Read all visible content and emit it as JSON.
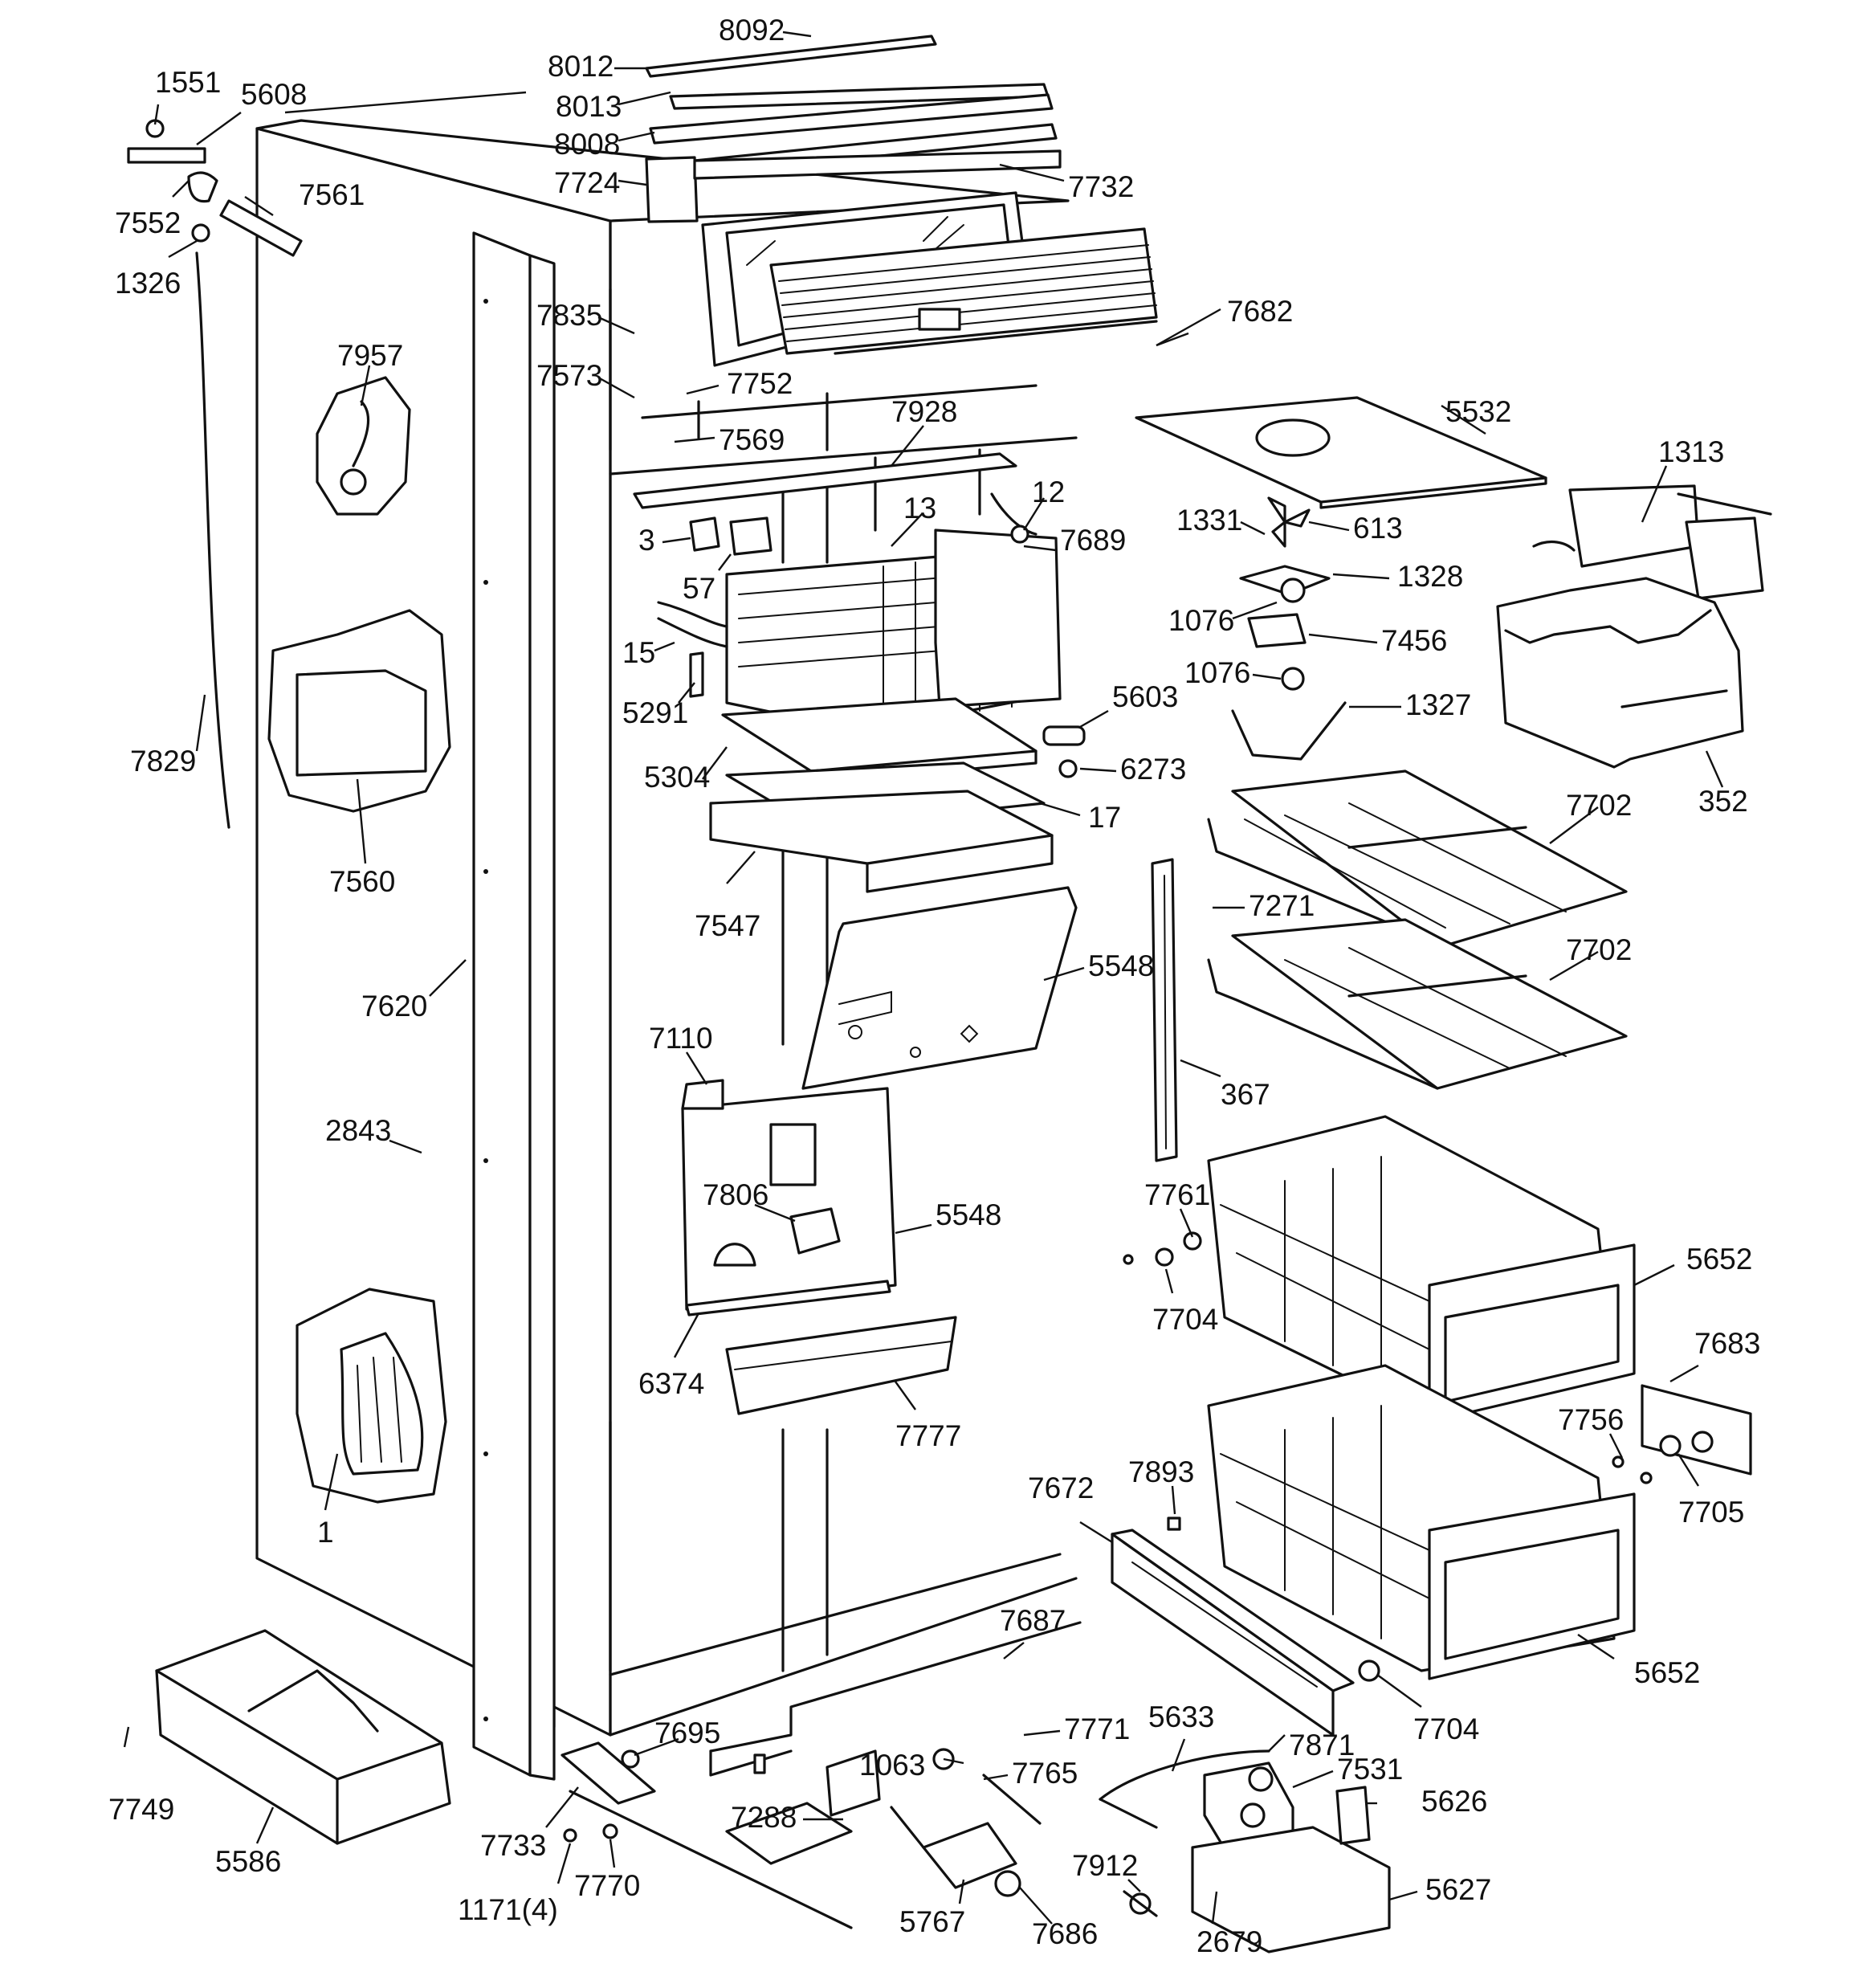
{
  "labels": [
    {
      "id": "8092",
      "text": "8092"
    },
    {
      "id": "8012",
      "text": "8012"
    },
    {
      "id": "1551",
      "text": "1551"
    },
    {
      "id": "5608",
      "text": "5608"
    },
    {
      "id": "8013",
      "text": "8013"
    },
    {
      "id": "8008",
      "text": "8008"
    },
    {
      "id": "7724",
      "text": "7724"
    },
    {
      "id": "7732",
      "text": "7732"
    },
    {
      "id": "7552",
      "text": "7552"
    },
    {
      "id": "7561",
      "text": "7561"
    },
    {
      "id": "1326",
      "text": "1326"
    },
    {
      "id": "7835",
      "text": "7835"
    },
    {
      "id": "7682",
      "text": "7682"
    },
    {
      "id": "7957",
      "text": "7957"
    },
    {
      "id": "7573",
      "text": "7573"
    },
    {
      "id": "7752",
      "text": "7752"
    },
    {
      "id": "7928",
      "text": "7928"
    },
    {
      "id": "5532",
      "text": "5532"
    },
    {
      "id": "7569",
      "text": "7569"
    },
    {
      "id": "1313",
      "text": "1313"
    },
    {
      "id": "12",
      "text": "12"
    },
    {
      "id": "13",
      "text": "13"
    },
    {
      "id": "3",
      "text": "3"
    },
    {
      "id": "1331",
      "text": "1331"
    },
    {
      "id": "613",
      "text": "613"
    },
    {
      "id": "7689",
      "text": "7689"
    },
    {
      "id": "57",
      "text": "57"
    },
    {
      "id": "1328",
      "text": "1328"
    },
    {
      "id": "1076a",
      "text": "1076"
    },
    {
      "id": "7456",
      "text": "7456"
    },
    {
      "id": "15",
      "text": "15"
    },
    {
      "id": "1076b",
      "text": "1076"
    },
    {
      "id": "5291",
      "text": "5291"
    },
    {
      "id": "5603",
      "text": "5603"
    },
    {
      "id": "1327",
      "text": "1327"
    },
    {
      "id": "7829",
      "text": "7829"
    },
    {
      "id": "5304",
      "text": "5304"
    },
    {
      "id": "6273",
      "text": "6273"
    },
    {
      "id": "352",
      "text": "352"
    },
    {
      "id": "7702a",
      "text": "7702"
    },
    {
      "id": "17",
      "text": "17"
    },
    {
      "id": "7560",
      "text": "7560"
    },
    {
      "id": "7271",
      "text": "7271"
    },
    {
      "id": "7547",
      "text": "7547"
    },
    {
      "id": "7702b",
      "text": "7702"
    },
    {
      "id": "5548a",
      "text": "5548"
    },
    {
      "id": "7620",
      "text": "7620"
    },
    {
      "id": "7110",
      "text": "7110"
    },
    {
      "id": "367",
      "text": "367"
    },
    {
      "id": "2843",
      "text": "2843"
    },
    {
      "id": "7761",
      "text": "7761"
    },
    {
      "id": "7806",
      "text": "7806"
    },
    {
      "id": "5548b",
      "text": "5548"
    },
    {
      "id": "5652a",
      "text": "5652"
    },
    {
      "id": "7704a",
      "text": "7704"
    },
    {
      "id": "6374",
      "text": "6374"
    },
    {
      "id": "7683",
      "text": "7683"
    },
    {
      "id": "7777",
      "text": "7777"
    },
    {
      "id": "7756",
      "text": "7756"
    },
    {
      "id": "7893",
      "text": "7893"
    },
    {
      "id": "7672",
      "text": "7672"
    },
    {
      "id": "7705",
      "text": "7705"
    },
    {
      "id": "1",
      "text": "1"
    },
    {
      "id": "7687",
      "text": "7687"
    },
    {
      "id": "5652b",
      "text": "5652"
    },
    {
      "id": "7704b",
      "text": "7704"
    },
    {
      "id": "5633",
      "text": "5633"
    },
    {
      "id": "7695",
      "text": "7695"
    },
    {
      "id": "7771",
      "text": "7771"
    },
    {
      "id": "7871",
      "text": "7871"
    },
    {
      "id": "1063",
      "text": "1063"
    },
    {
      "id": "7765",
      "text": "7765"
    },
    {
      "id": "7531",
      "text": "7531"
    },
    {
      "id": "7749",
      "text": "7749"
    },
    {
      "id": "7288",
      "text": "7288"
    },
    {
      "id": "5626",
      "text": "5626"
    },
    {
      "id": "7733",
      "text": "7733"
    },
    {
      "id": "5586",
      "text": "5586"
    },
    {
      "id": "7912",
      "text": "7912"
    },
    {
      "id": "7770",
      "text": "7770"
    },
    {
      "id": "5627",
      "text": "5627"
    },
    {
      "id": "5767",
      "text": "5767"
    },
    {
      "id": "7686",
      "text": "7686"
    },
    {
      "id": "2679",
      "text": "2679"
    },
    {
      "id": "1171",
      "text": "1171(4)"
    }
  ]
}
